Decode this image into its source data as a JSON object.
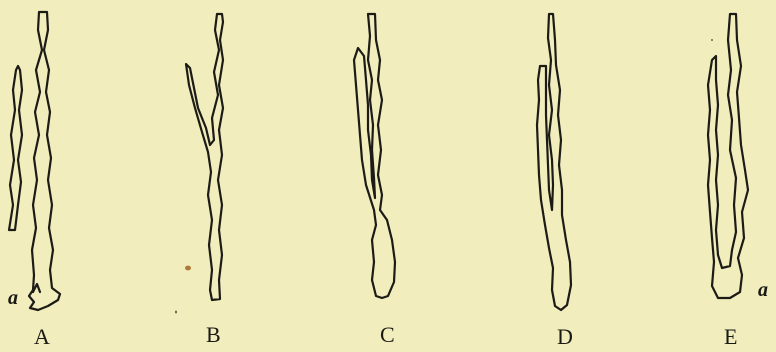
{
  "figure": {
    "labels": {
      "A": "A",
      "B": "B",
      "C": "C",
      "D": "D",
      "E": "E",
      "a_left": "a",
      "a_right": "a"
    },
    "colors": {
      "paper": "#f1edbd",
      "ink": "#1c1b16"
    }
  }
}
